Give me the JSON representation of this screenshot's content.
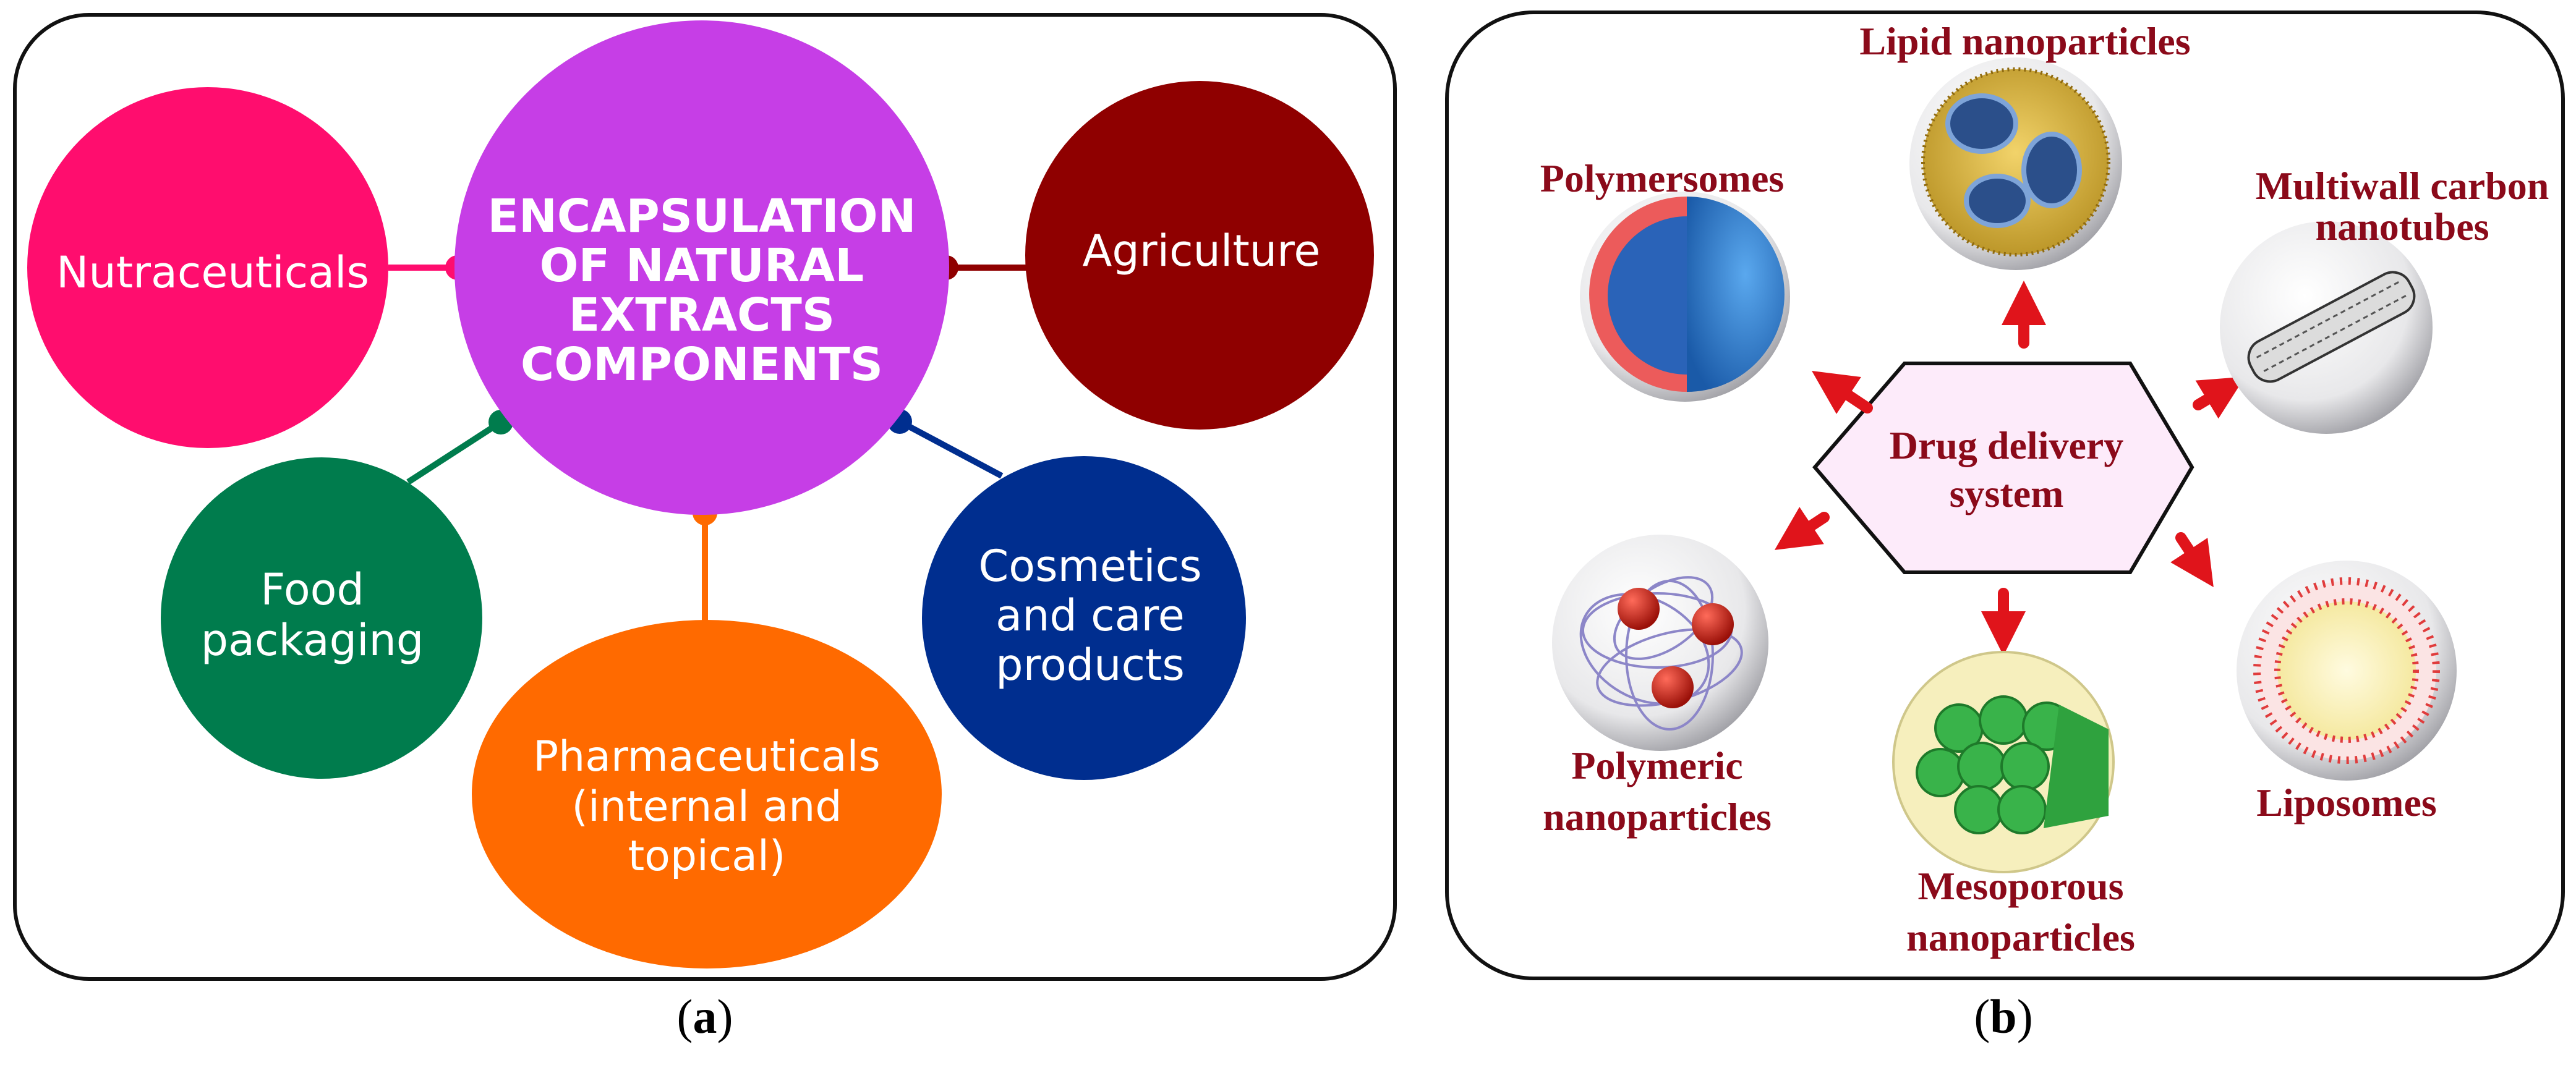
{
  "panel_a": {
    "center": {
      "lines": [
        "ENCAPSULATION",
        "OF NATURAL",
        "EXTRACTS",
        "COMPONENTS"
      ],
      "color": "#c63ee6"
    },
    "nutraceuticals": {
      "lines": [
        "Nutraceuticals"
      ],
      "color": "#ff0d6e"
    },
    "agriculture": {
      "lines": [
        "Agriculture"
      ],
      "color": "#8f0000"
    },
    "food_packaging": {
      "lines": [
        "Food",
        "packaging"
      ],
      "color": "#007c4d"
    },
    "pharmaceuticals": {
      "lines": [
        "Pharmaceuticals",
        "(internal and",
        "topical)"
      ],
      "color": "#ff6a00"
    },
    "cosmetics": {
      "lines": [
        "Cosmetics",
        "and care",
        "products"
      ],
      "color": "#002e8f"
    },
    "label": {
      "open": "(",
      "letter": "a",
      "close": ")"
    }
  },
  "panel_b": {
    "hub": {
      "lines": [
        "Drug delivery",
        "system"
      ],
      "fill": "#fdebfa"
    },
    "label_color": "#8b0a1a",
    "arrow_color": "#e0141b",
    "lipid": {
      "lines": [
        "Lipid nanoparticles"
      ]
    },
    "polymersomes": {
      "lines": [
        "Polymersomes"
      ]
    },
    "mwcnt": {
      "lines": [
        "Multiwall carbon",
        "nanotubes"
      ]
    },
    "polymeric": {
      "lines": [
        "Polymeric",
        "nanoparticles"
      ]
    },
    "mesoporous": {
      "lines": [
        "Mesoporous",
        "nanoparticles"
      ]
    },
    "liposomes": {
      "lines": [
        "Liposomes"
      ]
    },
    "label": {
      "open": "(",
      "letter": "b",
      "close": ")"
    }
  }
}
